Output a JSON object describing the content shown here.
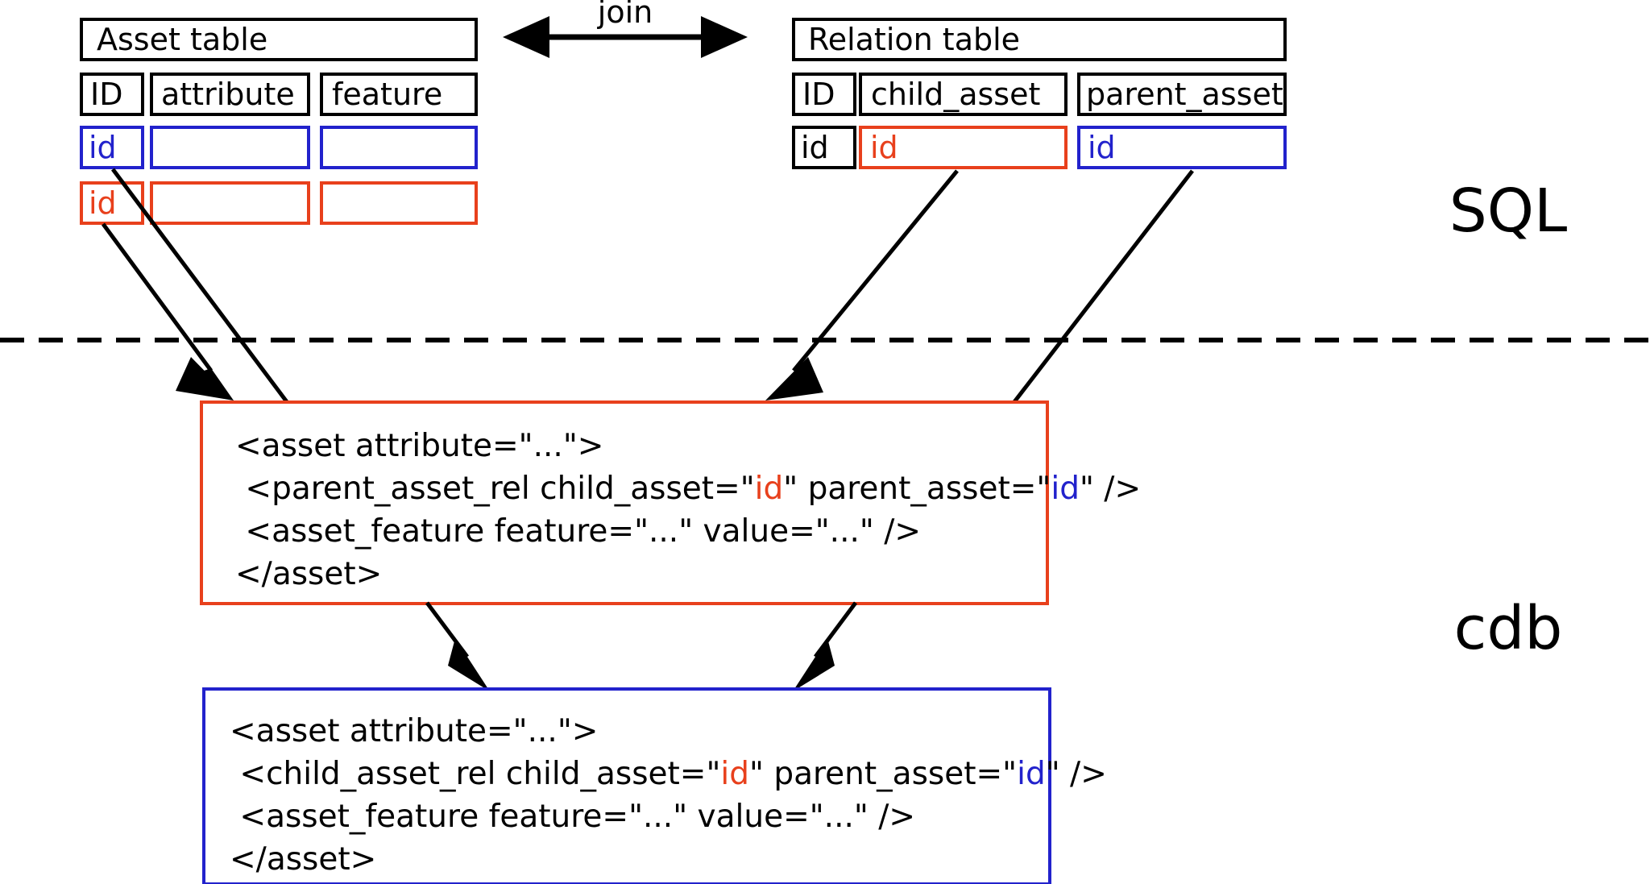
{
  "diagram": {
    "title_sql_layer": "SQL",
    "title_cdb_layer": "cdb",
    "join_label": "join",
    "asset_table": {
      "title": "Asset table",
      "headers": [
        "ID",
        "attribute",
        "feature"
      ],
      "rows": [
        {
          "color": "blue",
          "cells": [
            "id",
            "",
            ""
          ]
        },
        {
          "color": "red",
          "cells": [
            "id",
            "",
            ""
          ]
        }
      ]
    },
    "relation_table": {
      "title": "Relation table",
      "headers": [
        "ID",
        "child_asset",
        "parent_asset"
      ],
      "rows": [
        {
          "cells": [
            {
              "text": "id",
              "color": "black"
            },
            {
              "text": "id",
              "color": "red"
            },
            {
              "text": "id",
              "color": "blue"
            }
          ]
        }
      ]
    },
    "code_parent": {
      "border_color": "#e8401c",
      "lines": [
        [
          {
            "text": "<asset attribute=\"...\">",
            "color": "black"
          }
        ],
        [
          {
            "text": " <parent_asset_rel child_asset=\"",
            "color": "black"
          },
          {
            "text": "id",
            "color": "red"
          },
          {
            "text": "\" parent_asset=\"",
            "color": "black"
          },
          {
            "text": "id",
            "color": "blue"
          },
          {
            "text": "\" />",
            "color": "black"
          }
        ],
        [
          {
            "text": " <asset_feature feature=\"...\" value=\"...\" />",
            "color": "black"
          }
        ],
        [
          {
            "text": "</asset>",
            "color": "black"
          }
        ]
      ]
    },
    "code_child": {
      "border_color": "#2222cc",
      "lines": [
        [
          {
            "text": "<asset attribute=\"...\">",
            "color": "black"
          }
        ],
        [
          {
            "text": " <child_asset_rel child_asset=\"",
            "color": "black"
          },
          {
            "text": "id",
            "color": "red"
          },
          {
            "text": "\" parent_asset=\"",
            "color": "black"
          },
          {
            "text": "id",
            "color": "blue"
          },
          {
            "text": "\" />",
            "color": "black"
          }
        ],
        [
          {
            "text": " <asset_feature feature=\"...\" value=\"...\" />",
            "color": "black"
          }
        ],
        [
          {
            "text": "</asset>",
            "color": "black"
          }
        ]
      ]
    },
    "colors": {
      "red": "#e8401c",
      "blue": "#2222cc",
      "black": "#000000"
    }
  }
}
